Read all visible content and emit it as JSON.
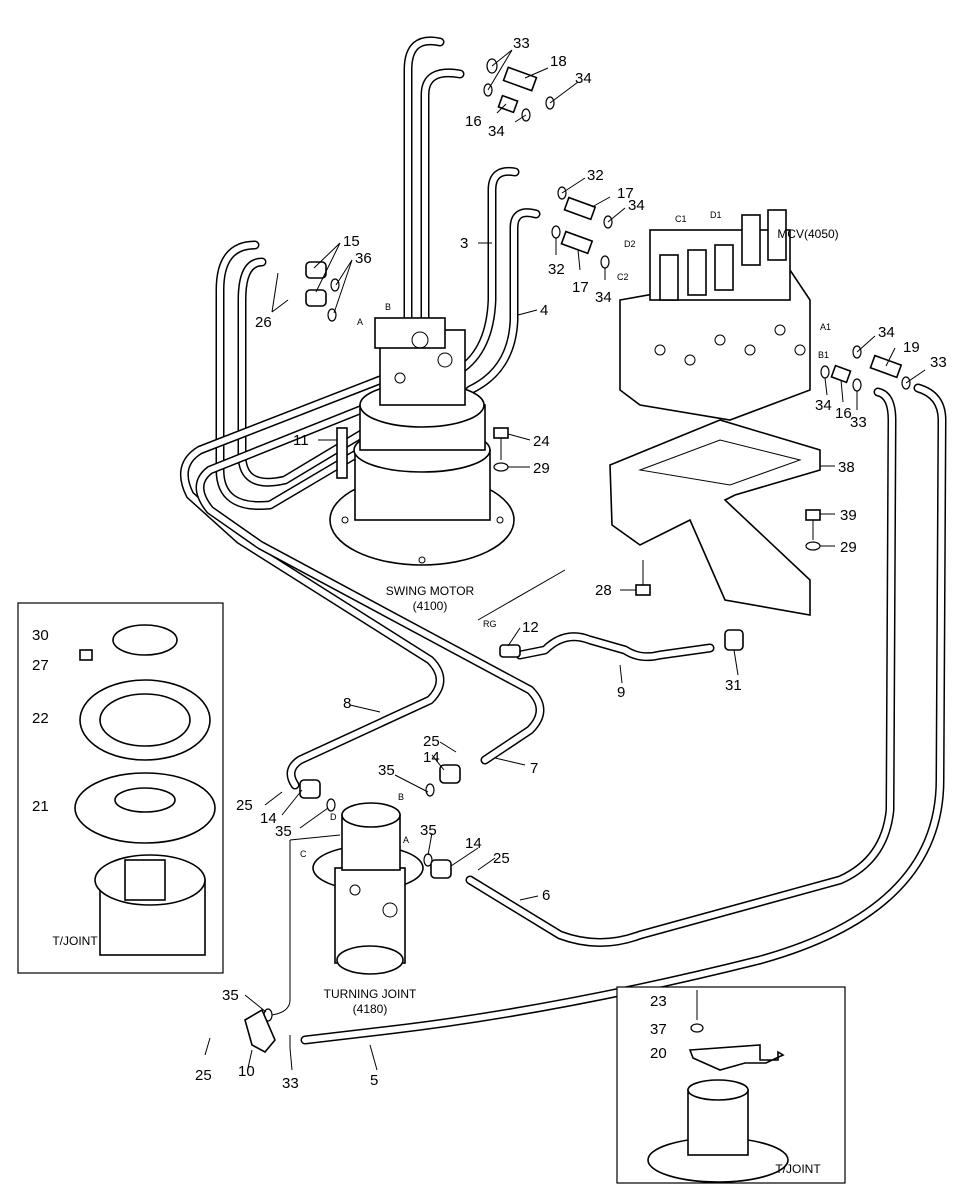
{
  "captions": {
    "swing_motor": [
      "SWING MOTOR",
      "(4100)"
    ],
    "turning_joint": [
      "TURNING JOINT",
      "(4180)"
    ],
    "mcv": "MCV(4050)",
    "tjoint_left": "T/JOINT",
    "tjoint_right": "T/JOINT"
  },
  "ports": {
    "B": "B",
    "A": "A",
    "C1": "C1",
    "D1": "D1",
    "D2": "D2",
    "C2": "C2",
    "A1": "A1",
    "B1": "B1",
    "RG": "RG",
    "TJ_B": "B",
    "TJ_A": "A",
    "TJ_C": "C",
    "TJ_D": "D"
  },
  "callouts": {
    "c33a": "33",
    "c18": "18",
    "c34a": "34",
    "c16a": "16",
    "c34b": "34",
    "c32a": "32",
    "c17a": "17",
    "c34c": "34",
    "c3": "3",
    "c32b": "32",
    "c17b": "17",
    "c34d": "34",
    "c15": "15",
    "c36": "36",
    "c26": "26",
    "c4": "4",
    "c34e": "34",
    "c19": "19",
    "c33b": "33",
    "c34f": "34",
    "c16b": "16",
    "c33c": "33",
    "c11": "11",
    "c24": "24",
    "c29a": "29",
    "c38": "38",
    "c39": "39",
    "c29b": "29",
    "c28": "28",
    "c30": "30",
    "c27": "27",
    "c22": "22",
    "c21": "21",
    "c12": "12",
    "c9": "9",
    "c31": "31",
    "c8": "8",
    "c25a": "25",
    "c14a": "14",
    "c7": "7",
    "c35a": "35",
    "c25b": "25",
    "c14b": "14",
    "c35b": "35",
    "c35c": "35",
    "c14c": "14",
    "c25c": "25",
    "c6": "6",
    "c35d": "35",
    "c25d": "25",
    "c10": "10",
    "c33d": "33",
    "c5": "5",
    "c23": "23",
    "c37": "37",
    "c20": "20"
  }
}
